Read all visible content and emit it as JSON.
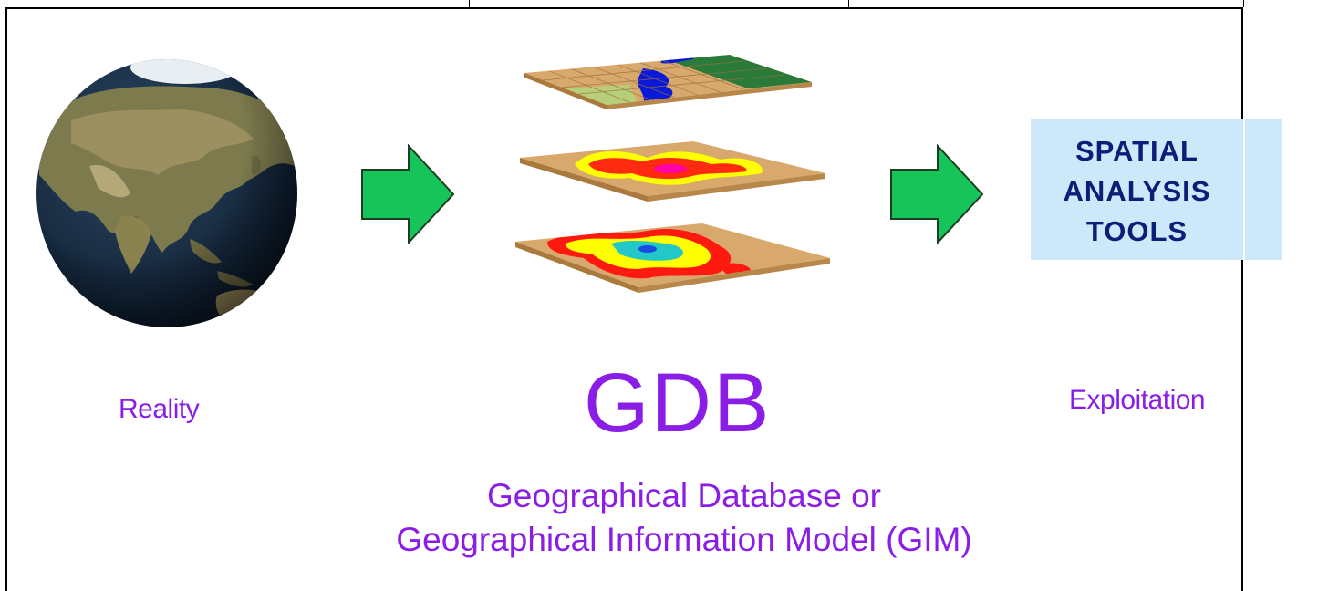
{
  "title": "GDB",
  "subtitle": [
    "Geographical Database or",
    "Geographical Information Model (GIM)"
  ],
  "left_label": "Reality",
  "right_label": "Exploitation",
  "tools": [
    "SPATIAL",
    "ANALYSIS",
    "TOOLS"
  ],
  "icons": {
    "globe": "earth-globe-icon",
    "arrow": "right-arrow-icon",
    "layers": "raster-layers-icon"
  },
  "colors": {
    "label_text": "#8a1ee6",
    "tools_text": "#0a1f78",
    "tools_bg": "#cde8f9",
    "arrow_fill": "#17c45a",
    "layer_base": "#d9a86c"
  }
}
